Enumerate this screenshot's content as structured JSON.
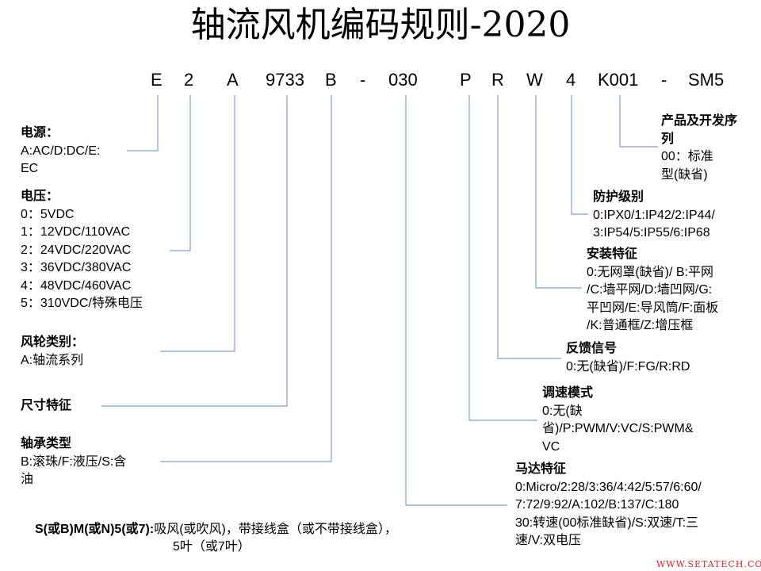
{
  "title": "轴流风机编码规则-2020",
  "code_segments": [
    "E",
    "2",
    "A",
    "9733",
    "B",
    "-",
    "030",
    "P",
    "R",
    "W",
    "4",
    "K001",
    "-",
    "SM5"
  ],
  "fields": {
    "power": {
      "label": "电源：",
      "lines": [
        "A:AC/D:DC/E:",
        "EC"
      ]
    },
    "voltage": {
      "label": "电压：",
      "lines": [
        "0：5VDC",
        "1：12VDC/110VAC",
        "2：24VDC/220VAC",
        "3：36VDC/380VAC",
        "4：48VDC/460VAC",
        "5：310VDC/特殊电压"
      ]
    },
    "impeller": {
      "label": "风轮类别：",
      "lines": [
        "A:轴流系列"
      ]
    },
    "size": {
      "label": "尺寸特征",
      "lines": []
    },
    "bearing": {
      "label": "轴承类型",
      "lines": [
        "B:滚珠/F:液压/S:含",
        "油"
      ]
    },
    "motor": {
      "label": "马达特征",
      "lines": [
        "0:Micro/2:28/3:36/4:42/5:57/6:60/",
        "7:72/9:92/A:102/B:137/C:180",
        "30:转速(00标准缺省)/S:双速/T:三",
        "速/V:双电压"
      ]
    },
    "speed_mode": {
      "label": "调速模式",
      "lines": [
        "0:无(缺",
        "省)/P:PWM/V:VC/S:PWM&",
        "VC"
      ]
    },
    "feedback": {
      "label": "反馈信号",
      "lines": [
        "0:无(缺省)/F:FG/R:RD"
      ]
    },
    "install": {
      "label": "安装特征",
      "lines": [
        "0:无网罩(缺省)/ B:平网",
        "/C:墙平网/D:墙凹网/G:",
        "平凹网/E:导风筒/F:面板",
        "/K:普通框/Z:增压框"
      ]
    },
    "protection": {
      "label": "防护级别",
      "lines": [
        "0:IPX0/1:IP42/2:IP44/",
        "3:IP54/5:IP55/6:IP68"
      ]
    },
    "product": {
      "label": "产品及开发序列",
      "lines": [
        "00：标准",
        "型(缺省)"
      ]
    }
  },
  "footer": {
    "code": "S(或B)M(或N)5(或7):",
    "desc1": "吸风(或吹风)，带接线盒（或不带接线盒），",
    "desc2": "5叶（或7叶）"
  },
  "watermark": "WWW.SETATECH.COM"
}
